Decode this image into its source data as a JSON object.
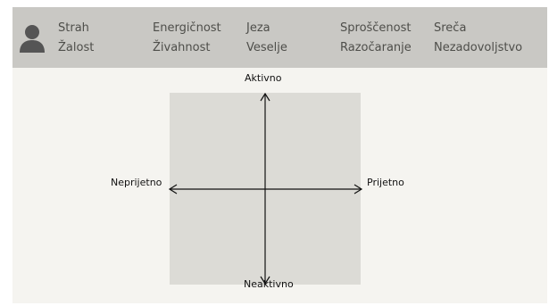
{
  "header": {
    "emotions": [
      {
        "label": "Strah",
        "name": "emotion-strah"
      },
      {
        "label": "Energičnost",
        "name": "emotion-energicnost"
      },
      {
        "label": "Jeza",
        "name": "emotion-jeza"
      },
      {
        "label": "Sproščenost",
        "name": "emotion-sproscenost"
      },
      {
        "label": "Sreča",
        "name": "emotion-sreca"
      },
      {
        "label": "Žalost",
        "name": "emotion-zalost"
      },
      {
        "label": "Živahnost",
        "name": "emotion-zivahnost"
      },
      {
        "label": "Veselje",
        "name": "emotion-veselje"
      },
      {
        "label": "Razočaranje",
        "name": "emotion-razocaranje"
      },
      {
        "label": "Nezadovoljstvo",
        "name": "emotion-nezadovoljstvo"
      }
    ],
    "avatar_icon": "user-silhouette-icon"
  },
  "diagram": {
    "axis_top": "Aktivno",
    "axis_bottom": "Neaktivno",
    "axis_left": "Neprijetno",
    "axis_right": "Prijetno",
    "colors": {
      "header_bg": "#c9c8c4",
      "plane_bg": "#dcdbd6",
      "card_bg": "#f5f4f0",
      "axis": "#111111",
      "emotion_text": "#4e4e4a"
    }
  }
}
